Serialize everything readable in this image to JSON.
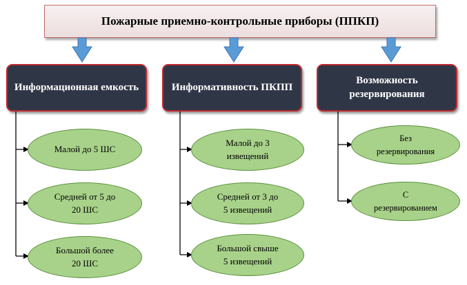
{
  "title": "Пожарные приемно-контрольные приборы (ППКП)",
  "colors": {
    "category_fill": "#2f3747",
    "category_border": "#c0282e",
    "oval_fill": "#a8d28a",
    "arrow_fill": "#5b9bd5"
  },
  "categories": [
    {
      "label": "Информационная емкость",
      "items": [
        "Малой до 5 ШС",
        "Средней от 5 до\n20 ШС",
        "Большой более\n20 ШС"
      ]
    },
    {
      "label": "Информативность ПКПП",
      "items": [
        "Малой до 3\nизвещений",
        "Средней от 3 до\n5 извещений",
        "Большой свыше\n5 извещений"
      ]
    },
    {
      "label": "Возможность\nрезервирования",
      "items": [
        "Без\nрезервирования",
        "С\nрезервированием"
      ]
    }
  ]
}
